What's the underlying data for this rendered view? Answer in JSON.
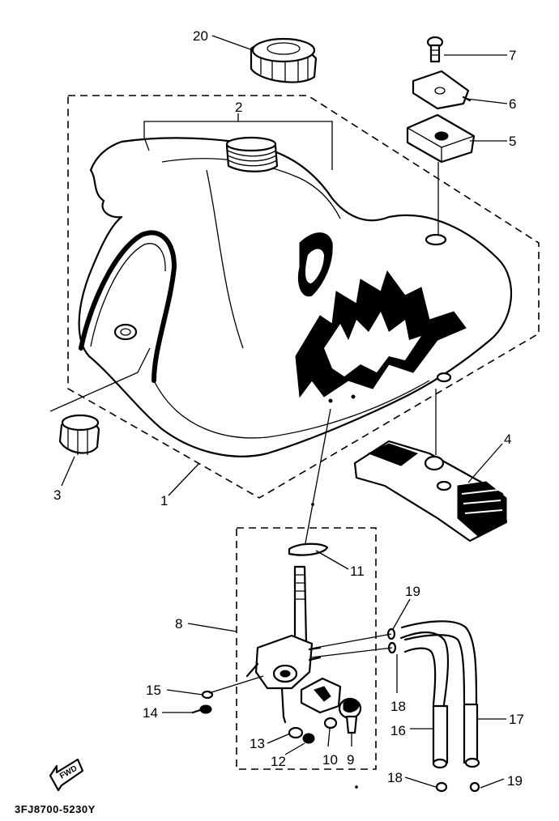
{
  "callouts": {
    "n1": "1",
    "n2": "2",
    "n3": "3",
    "n4": "4",
    "n5": "5",
    "n6": "6",
    "n7": "7",
    "n8": "8",
    "n9": "9",
    "n10": "10",
    "n11": "11",
    "n12": "12",
    "n13": "13",
    "n14": "14",
    "n15": "15",
    "n16": "16",
    "n17": "17",
    "n18a": "18",
    "n18b": "18",
    "n19a": "19",
    "n19b": "19",
    "n20": "20"
  },
  "fwd_label": "FWD",
  "diagram_code": "3FJ8700-5230Y"
}
